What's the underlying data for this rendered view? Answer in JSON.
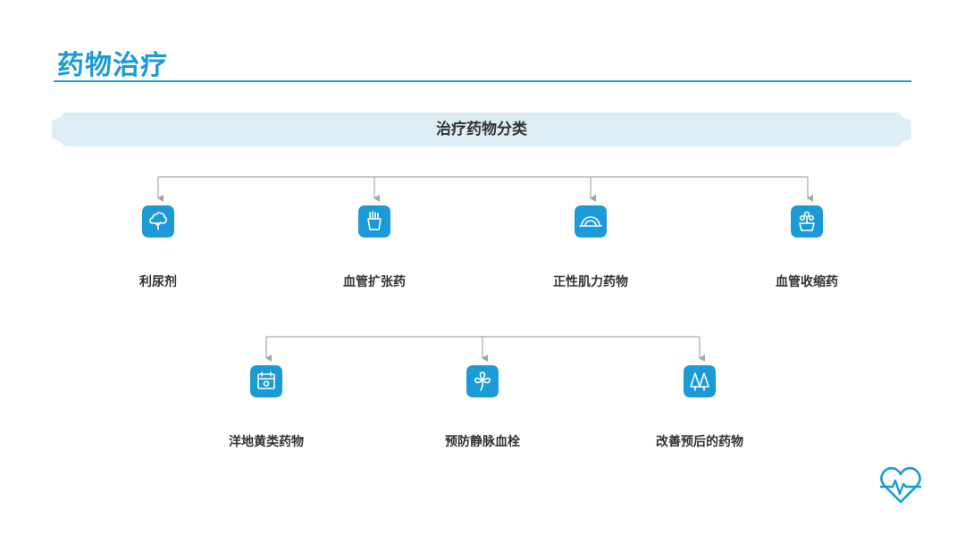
{
  "header": {
    "title": "药物治疗"
  },
  "root": {
    "label": "治疗药物分类"
  },
  "nodes": [
    {
      "label": "利尿剂",
      "icon": "tree-icon"
    },
    {
      "label": "血管扩张药",
      "icon": "fries-box-icon"
    },
    {
      "label": "正性肌力药物",
      "icon": "rainbow-icon"
    },
    {
      "label": "血管收缩药",
      "icon": "plant-pot-icon"
    },
    {
      "label": "洋地黄类药物",
      "icon": "calendar-icon"
    },
    {
      "label": "预防静脉血栓",
      "icon": "clover-icon"
    },
    {
      "label": "改善预后的药物",
      "icon": "pine-trees-icon"
    }
  ],
  "colors": {
    "accent": "#1a9bd7",
    "banner": "#dcedf6",
    "line": "#a6a6a6",
    "text": "#333333"
  },
  "logo": {
    "icon": "heart-pulse-icon"
  }
}
